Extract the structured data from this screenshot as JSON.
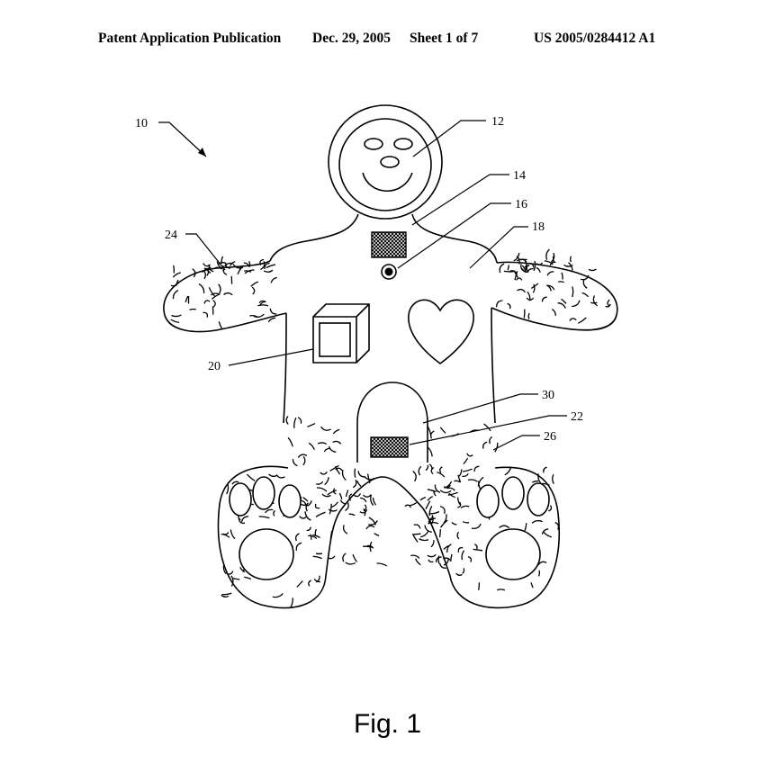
{
  "header": {
    "publication": "Patent Application Publication",
    "date": "Dec. 29, 2005",
    "sheet": "Sheet 1 of 7",
    "number": "US 2005/0284412 A1"
  },
  "figure": {
    "caption": "Fig. 1",
    "reference_numerals": {
      "r10": "10",
      "r12": "12",
      "r14": "14",
      "r16": "16",
      "r18": "18",
      "r20": "20",
      "r22": "22",
      "r24": "24",
      "r26": "26",
      "r30": "30"
    }
  }
}
